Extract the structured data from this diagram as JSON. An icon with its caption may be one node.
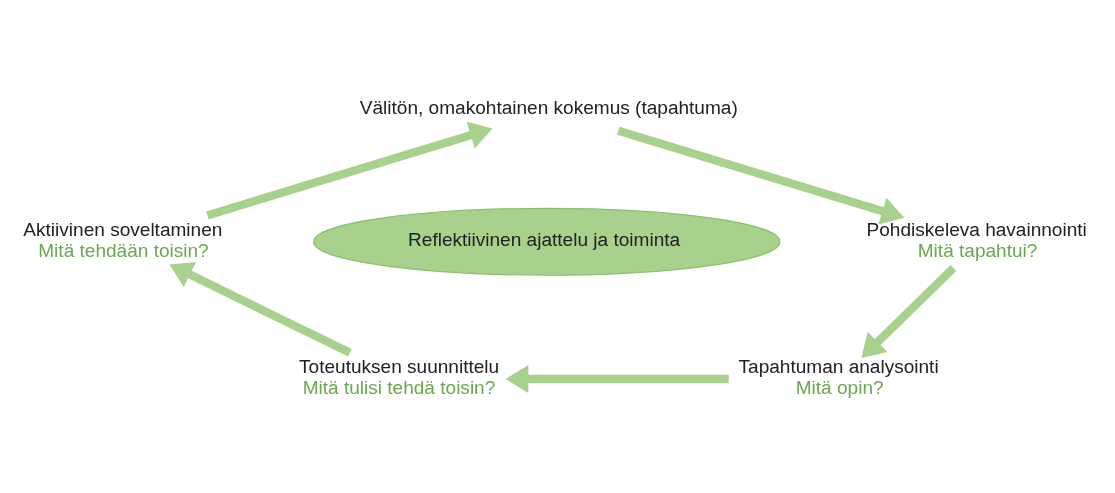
{
  "diagram": {
    "nodes": [
      {
        "text": [
          "Välitön, omakohtainen kokemus (tapahtuma)"
        ]
      },
      {
        "text": [
          "Pohdiskeleva havainnointi",
          "Mitä tapahtui?"
        ]
      },
      {
        "text": [
          "Tapahtuman analysointi",
          "Mitä opin?"
        ]
      },
      {
        "text": [
          "Toteutuksen suunnittelu",
          "Mitä tulisi tehdä toisin?"
        ]
      },
      {
        "text": [
          "Aktiivinen soveltaminen",
          "Mitä tehdään toisin?"
        ]
      },
      {
        "text": [
          "Reflektiivinen ajattelu ja toiminta"
        ]
      }
    ],
    "edges": [
      {
        "from": 0,
        "to": 1,
        "arrow": "to"
      },
      {
        "from": 1,
        "to": 2,
        "arrow": "to"
      },
      {
        "from": 2,
        "to": 3,
        "arrow": "to"
      },
      {
        "from": 3,
        "to": 4,
        "arrow": "to"
      },
      {
        "from": 4,
        "to": 0,
        "arrow": "to"
      }
    ]
  }
}
